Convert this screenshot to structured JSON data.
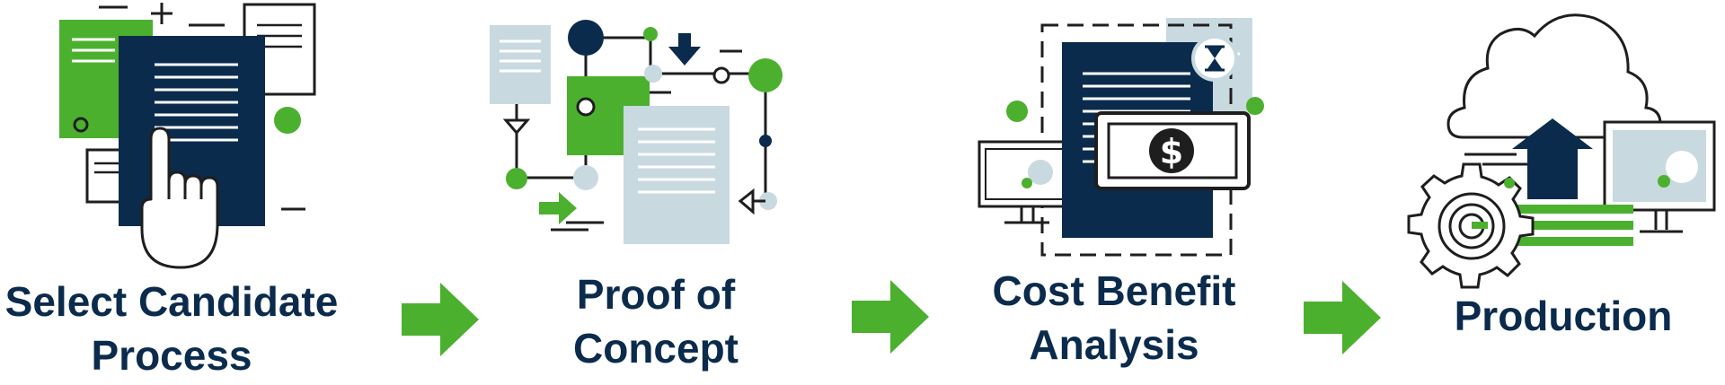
{
  "steps": [
    {
      "line1": "Select Candidate",
      "line2": "Process"
    },
    {
      "line1": "Proof of",
      "line2": "Concept"
    },
    {
      "line1": "Cost Benefit",
      "line2": "Analysis"
    },
    {
      "line1": "Production",
      "line2": ""
    }
  ],
  "icons": {
    "step1": "document-selection-hand-icon",
    "step2": "proof-of-concept-flow-icon",
    "step3": "cost-benefit-document-money-icon",
    "step4": "cloud-upload-gear-monitor-icon",
    "money_symbol": "$"
  },
  "colors": {
    "navy": "#0b2b4c",
    "green": "#4cb02f",
    "light_blue": "#c9d9e0",
    "outline": "#1e1e1e"
  }
}
